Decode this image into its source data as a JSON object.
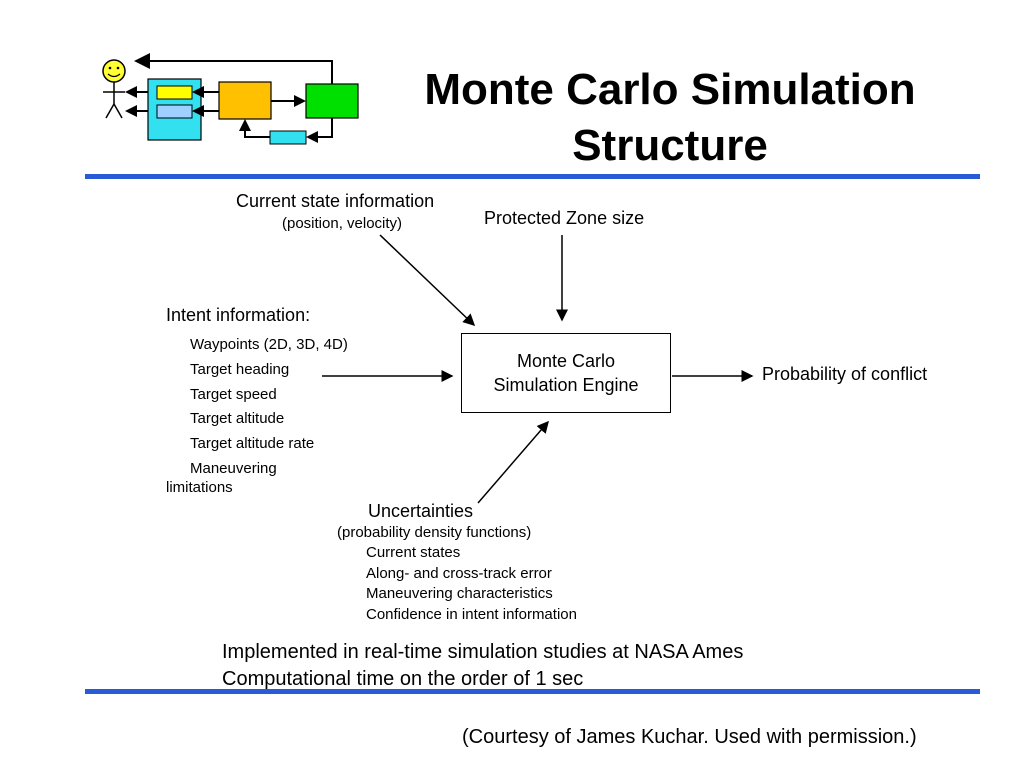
{
  "slide": {
    "title_line1": "Monte Carlo Simulation",
    "title_line2": "Structure"
  },
  "logo": {
    "icon": "control-loop-figure-icon"
  },
  "inputs": {
    "current_state": {
      "label": "Current state information",
      "sub": "(position, velocity)"
    },
    "protected_zone": {
      "label": "Protected Zone size"
    },
    "intent": {
      "label": "Intent information:",
      "items": [
        "Waypoints (2D, 3D, 4D)",
        "Target heading",
        "Target speed",
        "Target altitude",
        "Target altitude rate",
        "Maneuvering"
      ],
      "continuation": "limitations"
    },
    "uncertainties": {
      "label": "Uncertainties",
      "sub": "(probability density functions)",
      "items": [
        "Current states",
        "Along- and cross-track error",
        "Maneuvering characteristics",
        "Confidence in intent information"
      ]
    }
  },
  "engine": {
    "line1": "Monte Carlo",
    "line2": "Simulation Engine"
  },
  "output": {
    "label": "Probability of conflict"
  },
  "notes": [
    "Implemented in real-time simulation studies at NASA Ames",
    "Computational time on the order of 1 sec"
  ],
  "credit": "(Courtesy of James Kuchar. Used with permission.)",
  "colors": {
    "rule": "#2a5bd7",
    "person": "#ffff33",
    "cyan_block": "#33e0f0",
    "orange_block": "#ffc000",
    "green_block": "#00e000"
  }
}
